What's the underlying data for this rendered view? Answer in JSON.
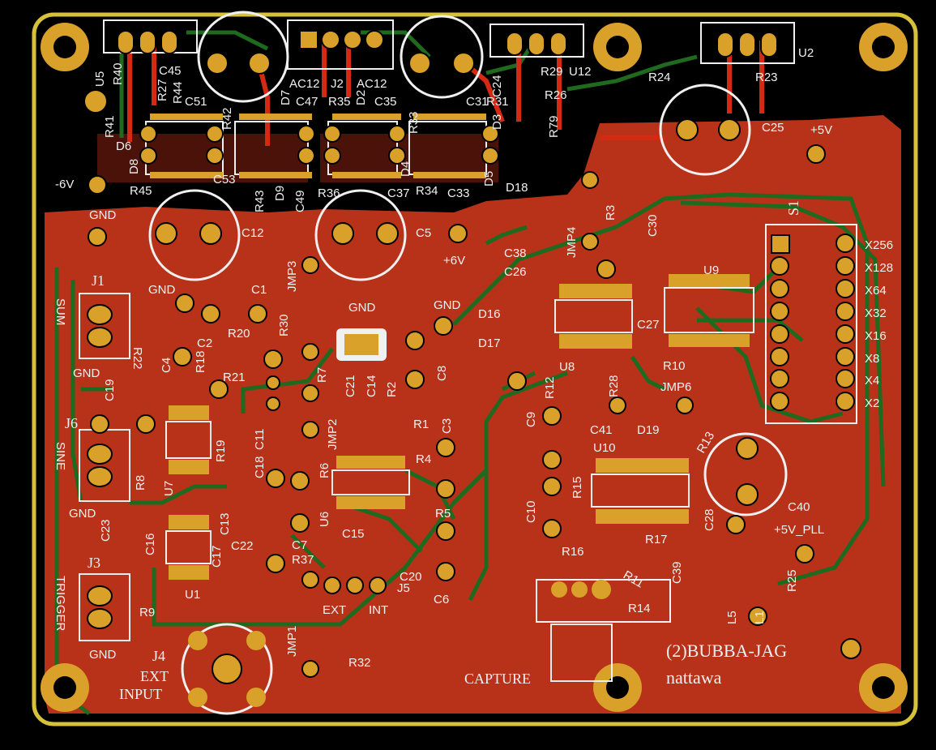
{
  "colors": {
    "background": "#000000",
    "copper_pour": "#b8321a",
    "trace_top": "#d42a14",
    "trace_bottom": "#1f6a1f",
    "pad": "#d9a12a",
    "pad_hole": "#1a1a1a",
    "silkscreen": "#f0f0f0",
    "outline": "#d6c23a"
  },
  "board_text": {
    "name": "(2)BUBBA-JAG",
    "author": "nattawa",
    "capture": "CAPTURE",
    "ext_input_1": "EXT",
    "ext_input_2": "INPUT"
  },
  "power_labels": {
    "neg6v": "-6V",
    "pos6v": "+6V",
    "pos5v": "+5V",
    "pos5v_pll": "+5V_PLL",
    "gnd_1": "GND",
    "gnd_2": "GND",
    "gnd_3": "GND",
    "gnd_4": "GND",
    "gnd_5": "GND",
    "gnd_6": "GND",
    "gnd_7": "GND"
  },
  "connector_labels": {
    "j1": "J1",
    "j1_name": "SUM",
    "j6": "J6",
    "j6_name": "SINE",
    "j3": "J3",
    "j3_name": "TRIGGER",
    "j4": "J4",
    "j2": "J2",
    "j5": "J5",
    "ac12_a": "AC12",
    "ac12_b": "AC12",
    "ext": "EXT",
    "int": "INT",
    "s1": "S1"
  },
  "switch_labels": [
    "X256",
    "X128",
    "X64",
    "X32",
    "X16",
    "X8",
    "X4",
    "X2"
  ],
  "refdes": {
    "u1": "U1",
    "u2": "U2",
    "u5": "U5",
    "u6": "U6",
    "u7": "U7",
    "u8": "U8",
    "u9": "U9",
    "u10": "U10",
    "u12": "U12",
    "c1": "C1",
    "c2": "C2",
    "c3": "C3",
    "c4": "C4",
    "c5": "C5",
    "c6": "C6",
    "c7": "C7",
    "c8": "C8",
    "c9": "C9",
    "c10": "C10",
    "c11": "C11",
    "c12": "C12",
    "c13": "C13",
    "c14": "C14",
    "c15": "C15",
    "c16": "C16",
    "c17": "C17",
    "c18": "C18",
    "c19": "C19",
    "c20": "C20",
    "c21": "C21",
    "c22": "C22",
    "c23": "C23",
    "c24": "C24",
    "c25": "C25",
    "c26": "C26",
    "c27": "C27",
    "c28": "C28",
    "c30": "C30",
    "c31": "C31",
    "c33": "C33",
    "c35": "C35",
    "c37": "C37",
    "c38": "C38",
    "c39": "C39",
    "c40": "C40",
    "c41": "C41",
    "c45": "C45",
    "c47": "C47",
    "c49": "C49",
    "c51": "C51",
    "c53": "C53",
    "r1": "R1",
    "r2": "R2",
    "r3": "R3",
    "r4": "R4",
    "r5": "R5",
    "r6": "R6",
    "r7": "R7",
    "r8": "R8",
    "r9": "R9",
    "r10": "R10",
    "r11": "R11",
    "r12": "R12",
    "r13": "R13",
    "r14": "R14",
    "r15": "R15",
    "r16": "R16",
    "r17": "R17",
    "r18": "R18",
    "r19": "R19",
    "r20": "R20",
    "r21": "R21",
    "r22": "R22",
    "r23": "R23",
    "r24": "R24",
    "r25": "R25",
    "r26": "R26",
    "r27": "R27",
    "r28": "R28",
    "r29": "R29",
    "r30": "R30",
    "r31": "R31",
    "r32": "R32",
    "r33": "R33",
    "r34": "R34",
    "r35": "R35",
    "r36": "R36",
    "r37": "R37",
    "r40": "R40",
    "r41": "R41",
    "r42": "R42",
    "r43": "R43",
    "r44": "R44",
    "r45": "R45",
    "r79": "R79",
    "d2": "D2",
    "d3": "D3",
    "d4": "D4",
    "d5": "D5",
    "d6": "D6",
    "d7": "D7",
    "d8": "D8",
    "d9": "D9",
    "d16": "D16",
    "d17": "D17",
    "d18": "D18",
    "d19": "D19",
    "jmp1": "JMP1",
    "jmp2": "JMP2",
    "jmp3": "JMP3",
    "jmp4": "JMP4",
    "jmp6": "JMP6",
    "l1": "L1",
    "l5": "L5"
  }
}
